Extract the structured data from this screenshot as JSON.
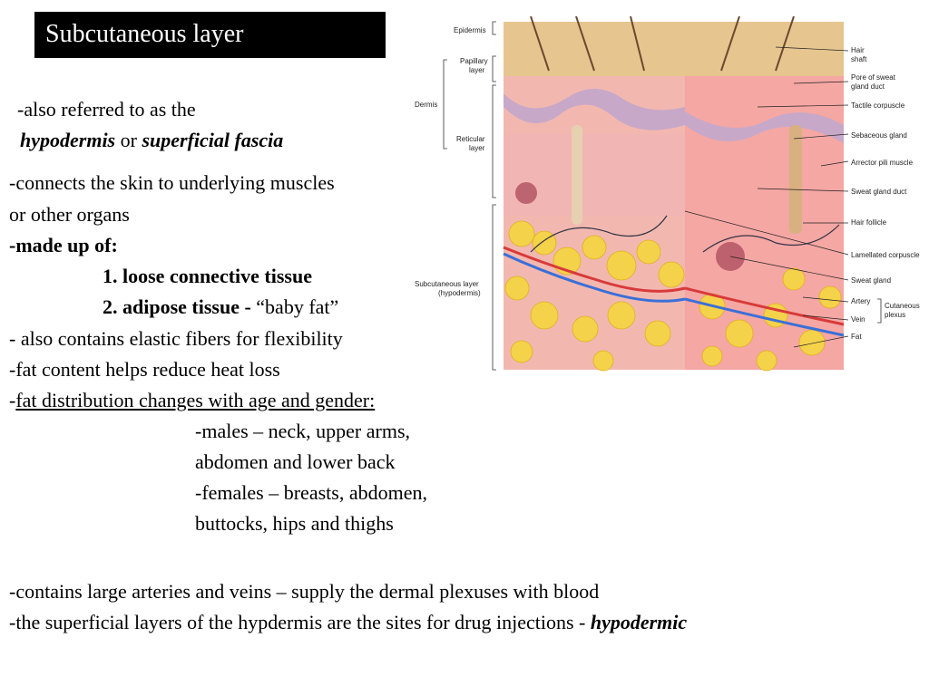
{
  "title": "Subcutaneous layer",
  "text": {
    "l1": "-also referred to as the",
    "l2_a": "hypodermis",
    "l2_b": " or ",
    "l2_c": "superficial fascia",
    "l3": "-connects the skin to underlying muscles",
    "l4": "or other organs",
    "l5": "-made up of:",
    "l6": "1. loose connective tissue",
    "l7_a": "2. adipose tissue - ",
    "l7_b": "“baby fat”",
    "l8": "- also contains elastic fibers for flexibility",
    "l9": "-fat content helps reduce heat loss",
    "l10_a": "-",
    "l10_b": "fat distribution changes with age and gender:",
    "l11": "-males – neck, upper arms,",
    "l12": "abdomen and lower back",
    "l13": "-females – breasts, abdomen,",
    "l14": "buttocks, hips and thighs",
    "l15": "-contains large arteries and veins – supply the dermal plexuses with blood",
    "l16_a": "-the superficial layers of  the hypdermis are the sites for drug injections - ",
    "l16_b": "hypodermic"
  },
  "figure": {
    "left_labels": {
      "epidermis": "Epidermis",
      "papillary_1": "Papillary",
      "papillary_2": "layer",
      "dermis": "Dermis",
      "reticular_1": "Reticular",
      "reticular_2": "layer",
      "subcut_1": "Subcutaneous layer",
      "subcut_2": "(hypodermis)"
    },
    "right_labels": {
      "hair_shaft_1": "Hair",
      "hair_shaft_2": "shaft",
      "pore_1": "Pore of sweat",
      "pore_2": "gland duct",
      "tactile": "Tactile corpuscle",
      "sebaceous": "Sebaceous gland",
      "arrector": "Arrector pili muscle",
      "sweat_duct": "Sweat gland duct",
      "follicle": "Hair follicle",
      "lamellated": "Lamellated corpuscle",
      "sweat_gland": "Sweat gland",
      "artery": "Artery",
      "vein": "Vein",
      "cutaneous_1": "Cutaneous",
      "cutaneous_2": "plexus",
      "fat": "Fat"
    }
  }
}
